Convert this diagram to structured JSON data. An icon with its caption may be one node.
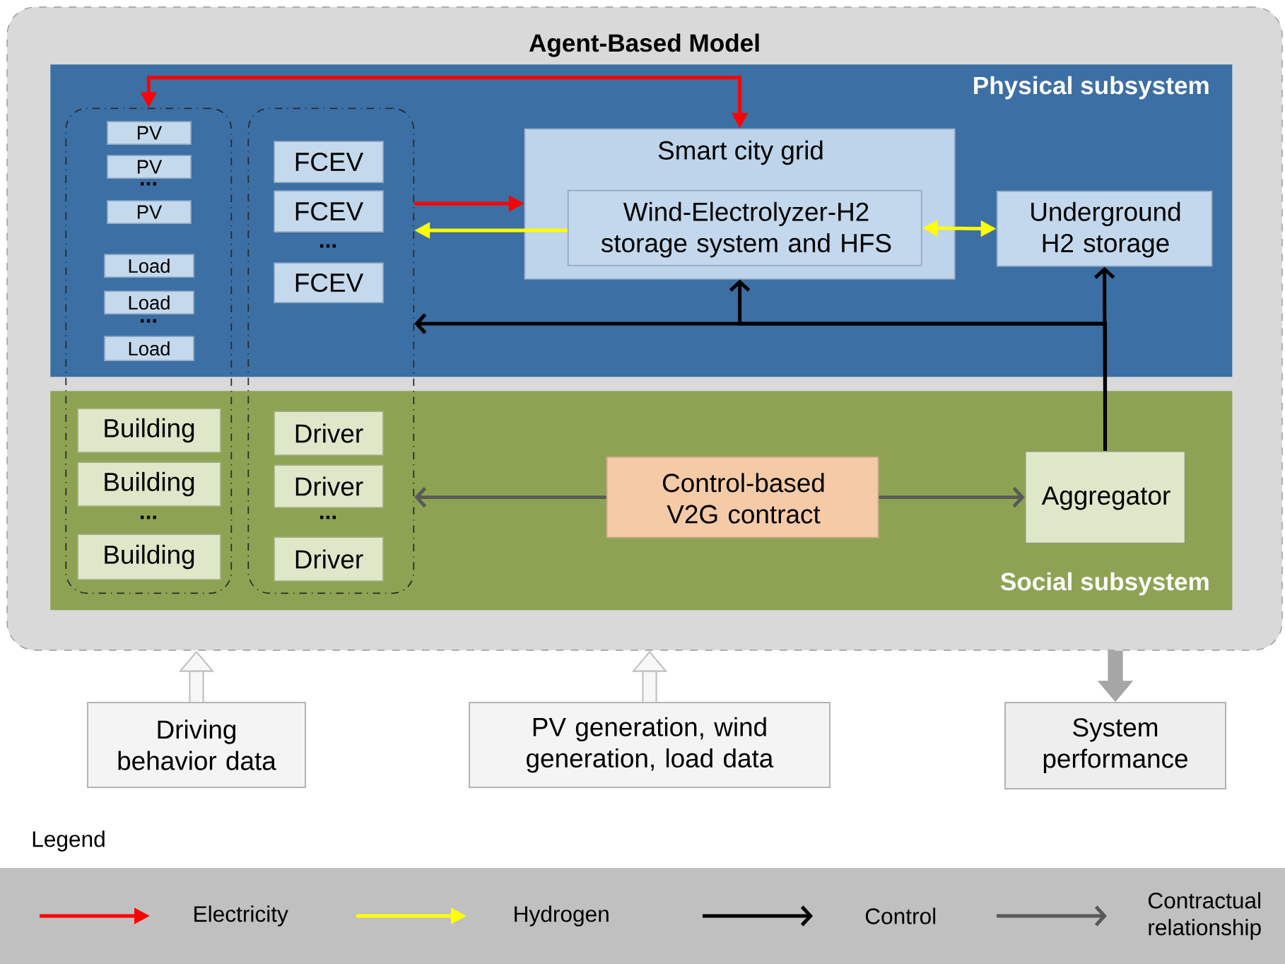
{
  "diagram": {
    "nodes": [
      {
        "text": [
          "Agent-Based Model"
        ]
      },
      {
        "text": [
          "Physical subsystem"
        ],
        "in": 0
      },
      {
        "text": [
          "Social subsystem"
        ],
        "in": 0
      },
      {
        "text": [],
        "shape": "box",
        "in": 0
      },
      {
        "text": [],
        "shape": "box",
        "in": 0
      },
      {
        "text": [
          "PV"
        ]
      },
      {
        "text": [
          "PV"
        ]
      },
      {
        "text": [
          "PV"
        ]
      },
      {
        "text": [
          "Load"
        ]
      },
      {
        "text": [
          "Load"
        ]
      },
      {
        "text": [
          "Load"
        ]
      },
      {
        "text": [
          "Building"
        ]
      },
      {
        "text": [
          "Building"
        ]
      },
      {
        "text": [
          "Building"
        ]
      },
      {
        "text": [
          "FCEV"
        ]
      },
      {
        "text": [
          "FCEV"
        ]
      },
      {
        "text": [
          "FCEV"
        ]
      },
      {
        "text": [
          "Driver"
        ]
      },
      {
        "text": [
          "Driver"
        ]
      },
      {
        "text": [
          "Driver"
        ]
      },
      {
        "text": [
          "Smart city grid"
        ],
        "in": 1
      },
      {
        "text": [
          "Wind-Electrolyzer-H2 storage system and HFS"
        ],
        "in": 20
      },
      {
        "text": [
          "Underground H2 storage"
        ],
        "in": 1
      },
      {
        "text": [
          "Control-based V2G contract"
        ],
        "in": 2
      },
      {
        "text": [
          "Aggregator"
        ],
        "in": 2
      },
      {
        "text": [
          "Driving behavior data"
        ]
      },
      {
        "text": [
          "PV generation, wind generation, load data"
        ]
      },
      {
        "text": [
          "System performance"
        ]
      }
    ],
    "edges": [
      {
        "from": 20,
        "to": 3,
        "arrow": "both",
        "color": "#ff0000"
      },
      {
        "from": 4,
        "to": 20,
        "arrow": "to",
        "color": "#ff0000"
      },
      {
        "from": 21,
        "to": 4,
        "arrow": "to",
        "color": "#ffff00"
      },
      {
        "from": 21,
        "to": 22,
        "arrow": "both",
        "color": "#ffff00"
      },
      {
        "from": 24,
        "to": 22,
        "arrow": "to",
        "color": "#000000"
      },
      {
        "from": 24,
        "to": 20,
        "arrow": "to",
        "color": "#000000"
      },
      {
        "from": 24,
        "to": 4,
        "arrow": "to",
        "color": "#000000"
      },
      {
        "from": 23,
        "to": 4,
        "arrow": "to",
        "color": "#595959"
      },
      {
        "from": 23,
        "to": 24,
        "arrow": "to",
        "color": "#595959"
      },
      {
        "from": 25,
        "to": 0,
        "arrow": "to",
        "style": "thick",
        "color": "#bfbfbf"
      },
      {
        "from": 26,
        "to": 0,
        "arrow": "to",
        "style": "thick",
        "color": "#bfbfbf"
      },
      {
        "from": 0,
        "to": 27,
        "arrow": "to",
        "style": "thick",
        "color": "#a6a6a6"
      }
    ],
    "labels": [
      "...",
      "...",
      "...",
      "...",
      "...",
      "Legend"
    ],
    "legend": [
      {
        "text": "Electricity"
      },
      {
        "text": "Hydrogen"
      },
      {
        "text": "Control"
      },
      {
        "text": "Contractual relationship"
      }
    ]
  }
}
